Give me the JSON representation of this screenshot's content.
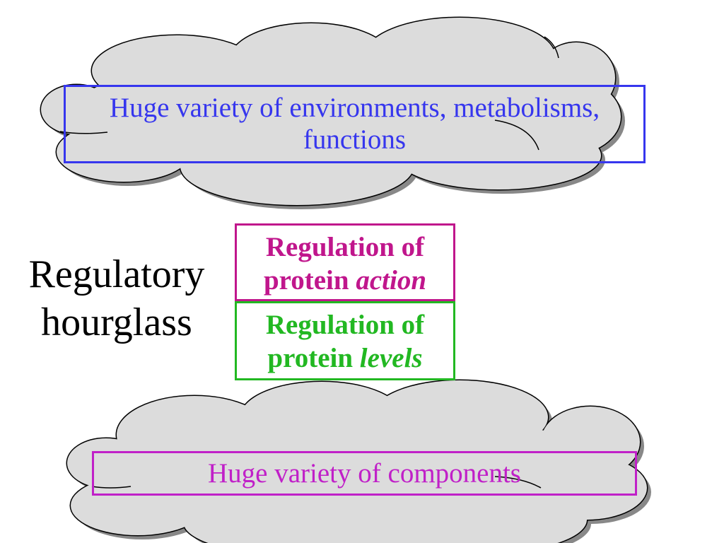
{
  "slide": {
    "top_cloud": {
      "line1": "Huge variety of environments, metabolisms,",
      "line2": "functions"
    },
    "hourglass_label": {
      "line1": "Regulatory",
      "line2": "hourglass"
    },
    "action_box": {
      "line1": "Regulation of",
      "line2_plain": "protein",
      "line2_italic": "action"
    },
    "levels_box": {
      "line1": "Regulation of",
      "line2_plain": "protein",
      "line2_italic": "levels"
    },
    "bottom_cloud": {
      "text": "Huge variety of components"
    }
  },
  "colors": {
    "background": "#ffffff",
    "cloud_fill": "#dcdcdc",
    "cloud_outline": "#000000",
    "cloud_shadow": "#888888",
    "environments_box": "#3636ee",
    "action_box": "#c0168c",
    "levels_box": "#22b822",
    "components_box": "#c020c8"
  }
}
